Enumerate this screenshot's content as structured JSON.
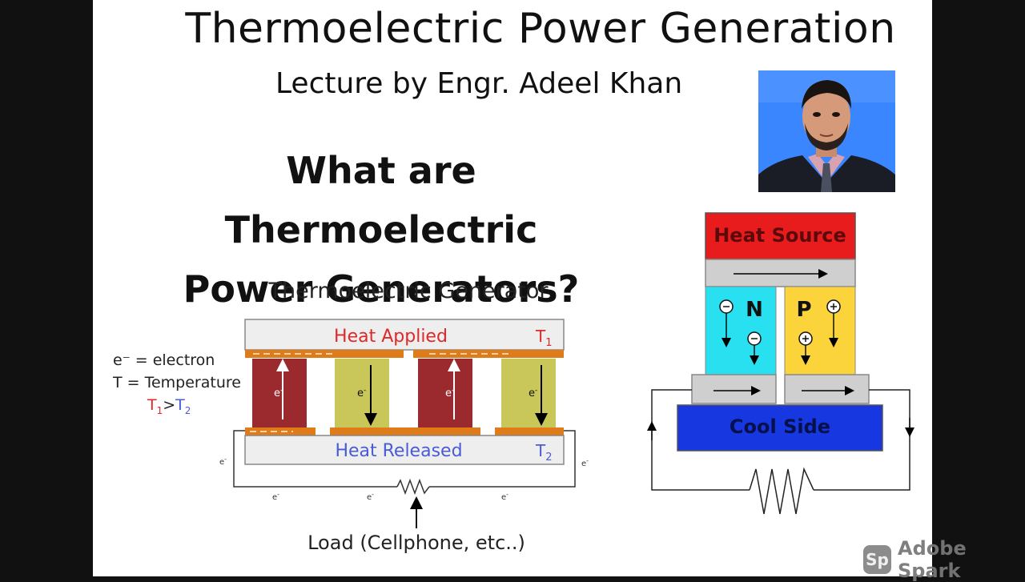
{
  "slide": {
    "title": "Thermoelectric Power Generation",
    "subtitle": "Lecture by Engr. Adeel Khan",
    "question_line1": "What are Thermoelectric",
    "question_line2": "Power Generators?"
  },
  "left_diagram": {
    "title": "Thermoelectric Generator",
    "heat_applied": "Heat Applied",
    "heat_released": "Heat Released",
    "t1": "T",
    "t1_sub": "1",
    "t2": "T",
    "t2_sub": "2",
    "legend_electron": "e⁻ = electron",
    "legend_temperature": "T = Temperature",
    "legend_relation_a": "T",
    "legend_relation_a_sub": "1",
    "legend_relation_gt": ">",
    "legend_relation_b": "T",
    "legend_relation_b_sub": "2",
    "electron": "e",
    "electron_sup": "-",
    "load_label": "Load (Cellphone, etc..)"
  },
  "right_diagram": {
    "heat_source": "Heat Source",
    "n_label": "N",
    "p_label": "P",
    "cool_side": "Cool Side"
  },
  "watermark": {
    "badge": "Sp",
    "text": "Adobe Spark"
  },
  "colors": {
    "red_leg": "#9b2a2e",
    "yellow_leg": "#c9c75a",
    "orange_plate": "#e07b1a",
    "heat_source": "#e81c1c",
    "n_block": "#29e0f0",
    "p_block": "#fbd33b",
    "cool_side": "#1737e0",
    "portrait_bg": "#3a86ff"
  }
}
